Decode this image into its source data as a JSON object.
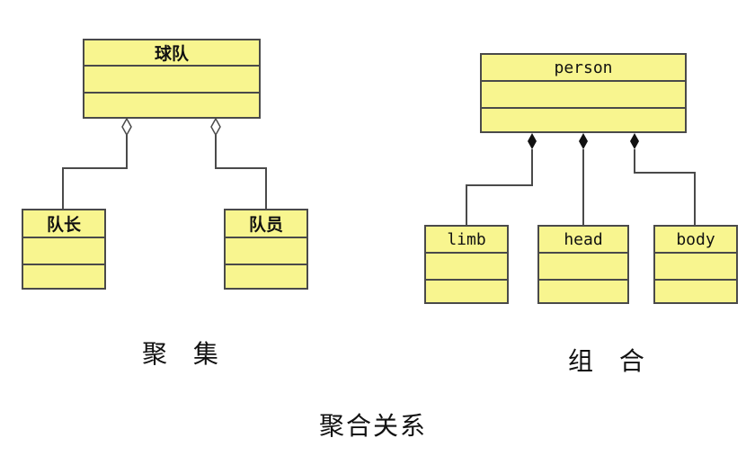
{
  "aggregation": {
    "whole": "球队",
    "parts": [
      "队长",
      "队员"
    ],
    "caption": "聚 集"
  },
  "composition": {
    "whole": "person",
    "parts": [
      "limb",
      "head",
      "body"
    ],
    "caption": "组 合"
  },
  "title": "聚合关系",
  "colors": {
    "class_fill": "#f8f58f",
    "line": "#4a4a4a"
  }
}
